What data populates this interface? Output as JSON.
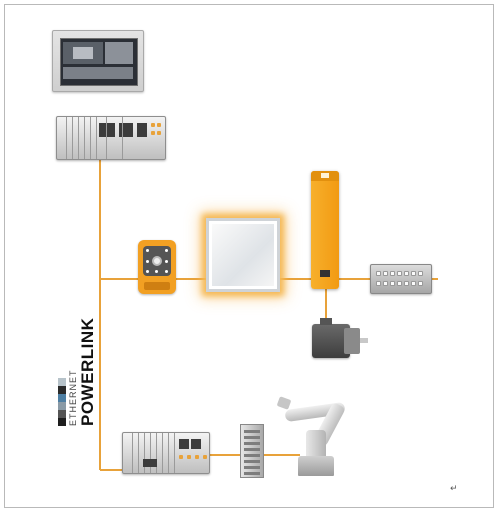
{
  "logo": {
    "line1": "ETHERNET",
    "line2": "POWERLINK",
    "bar_colors": [
      "#1e1e1e",
      "#555555",
      "#8a9aa6",
      "#4e7fa3",
      "#2a2a2a",
      "#b6c2c9"
    ]
  },
  "colors": {
    "cable": "#e8a23a",
    "accent_orange": "#f29a12",
    "frame_border": "#b9b9b9"
  },
  "components": [
    "panel-pc",
    "controller-io-station",
    "smart-camera",
    "glowing-frame",
    "servo-drive",
    "io-block",
    "servo-motor",
    "bottom-io-station",
    "terminal-strip",
    "industrial-robot"
  ],
  "footer_mark": "↵"
}
